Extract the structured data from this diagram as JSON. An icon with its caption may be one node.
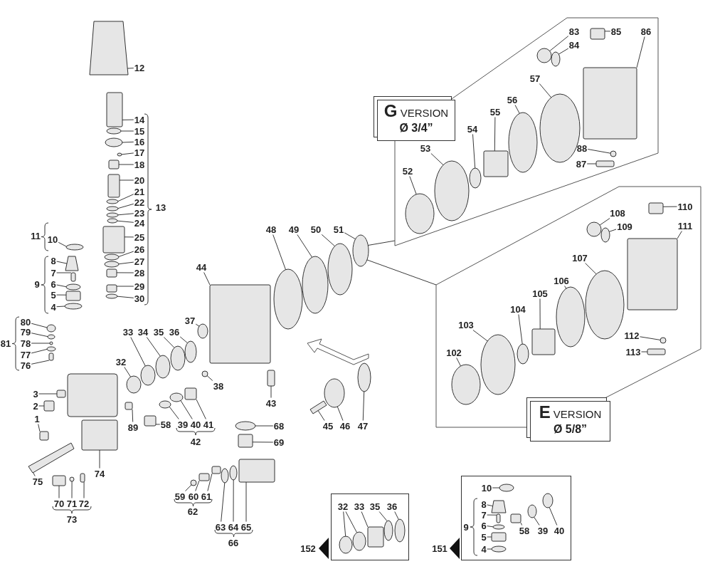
{
  "diagram": {
    "nodes": [
      {
        "text": [
          "12"
        ]
      },
      {
        "text": [
          "14"
        ]
      },
      {
        "text": [
          "15"
        ]
      },
      {
        "text": [
          "16"
        ]
      },
      {
        "text": [
          "17"
        ]
      },
      {
        "text": [
          "18"
        ]
      },
      {
        "text": [
          "20"
        ]
      },
      {
        "text": [
          "21"
        ]
      },
      {
        "text": [
          "22"
        ]
      },
      {
        "text": [
          "23"
        ]
      },
      {
        "text": [
          "24"
        ]
      },
      {
        "text": [
          "25"
        ]
      },
      {
        "text": [
          "26"
        ]
      },
      {
        "text": [
          "27"
        ]
      },
      {
        "text": [
          "28"
        ]
      },
      {
        "text": [
          "29"
        ]
      },
      {
        "text": [
          "30"
        ]
      },
      {
        "text": [
          "10"
        ]
      },
      {
        "text": [
          "8"
        ]
      },
      {
        "text": [
          "7"
        ]
      },
      {
        "text": [
          "6"
        ]
      },
      {
        "text": [
          "5"
        ]
      },
      {
        "text": [
          "4"
        ]
      },
      {
        "text": [
          "80"
        ]
      },
      {
        "text": [
          "79"
        ]
      },
      {
        "text": [
          "78"
        ]
      },
      {
        "text": [
          "77"
        ]
      },
      {
        "text": [
          "76"
        ]
      },
      {
        "text": [
          "3"
        ]
      },
      {
        "text": [
          "2"
        ]
      },
      {
        "text": [
          "1"
        ]
      },
      {
        "text": [
          "75"
        ]
      },
      {
        "text": [
          "70"
        ]
      },
      {
        "text": [
          "71"
        ]
      },
      {
        "text": [
          "72"
        ]
      },
      {
        "text": [
          "74"
        ]
      },
      {
        "text": [
          "89"
        ]
      },
      {
        "text": [
          "58"
        ]
      },
      {
        "text": [
          "39"
        ]
      },
      {
        "text": [
          "40"
        ]
      },
      {
        "text": [
          "41"
        ]
      },
      {
        "text": [
          "32"
        ]
      },
      {
        "text": [
          "33"
        ]
      },
      {
        "text": [
          "34"
        ]
      },
      {
        "text": [
          "35"
        ]
      },
      {
        "text": [
          "36"
        ]
      },
      {
        "text": [
          "37"
        ]
      },
      {
        "text": [
          "38"
        ]
      },
      {
        "text": [
          "44"
        ]
      },
      {
        "text": [
          "43"
        ]
      },
      {
        "text": [
          "48"
        ]
      },
      {
        "text": [
          "49"
        ]
      },
      {
        "text": [
          "50"
        ]
      },
      {
        "text": [
          "51"
        ]
      },
      {
        "text": [
          "45"
        ]
      },
      {
        "text": [
          "46"
        ]
      },
      {
        "text": [
          "47"
        ]
      },
      {
        "text": [
          "68"
        ]
      },
      {
        "text": [
          "69"
        ]
      },
      {
        "text": [
          "59"
        ]
      },
      {
        "text": [
          "60"
        ]
      },
      {
        "text": [
          "61"
        ]
      },
      {
        "text": [
          "63"
        ]
      },
      {
        "text": [
          "64"
        ]
      },
      {
        "text": [
          "65"
        ]
      },
      {
        "text": [
          "G VERSION",
          "Ø 3/4”"
        ]
      },
      {
        "text": [],
        "shape": "box"
      },
      {
        "text": [
          "52"
        ],
        "in": 66
      },
      {
        "text": [
          "53"
        ],
        "in": 66
      },
      {
        "text": [
          "54"
        ],
        "in": 66
      },
      {
        "text": [
          "55"
        ],
        "in": 66
      },
      {
        "text": [
          "56"
        ],
        "in": 66
      },
      {
        "text": [
          "57"
        ],
        "in": 66
      },
      {
        "text": [
          "83"
        ],
        "in": 66
      },
      {
        "text": [
          "84"
        ],
        "in": 66
      },
      {
        "text": [
          "85"
        ],
        "in": 66
      },
      {
        "text": [
          "86"
        ],
        "in": 66
      },
      {
        "text": [
          "88"
        ],
        "in": 66
      },
      {
        "text": [
          "87"
        ],
        "in": 66
      },
      {
        "text": [],
        "shape": "box"
      },
      {
        "text": [
          "102"
        ],
        "in": 79
      },
      {
        "text": [
          "103"
        ],
        "in": 79
      },
      {
        "text": [
          "104"
        ],
        "in": 79
      },
      {
        "text": [
          "105"
        ],
        "in": 79
      },
      {
        "text": [
          "106"
        ],
        "in": 79
      },
      {
        "text": [
          "107"
        ],
        "in": 79
      },
      {
        "text": [
          "108"
        ],
        "in": 79
      },
      {
        "text": [
          "109"
        ],
        "in": 79
      },
      {
        "text": [
          "110"
        ],
        "in": 79
      },
      {
        "text": [
          "111"
        ],
        "in": 79
      },
      {
        "text": [
          "112"
        ],
        "in": 79
      },
      {
        "text": [
          "113"
        ],
        "in": 79
      },
      {
        "text": [
          "E VERSION",
          "Ø 5/8”"
        ]
      },
      {
        "text": [],
        "shape": "box",
        "beside": [
          "152"
        ]
      },
      {
        "text": [
          "32"
        ],
        "in": 93
      },
      {
        "text": [
          "33"
        ],
        "in": 93
      },
      {
        "text": [
          "35"
        ],
        "in": 93
      },
      {
        "text": [
          "36"
        ],
        "in": 93
      },
      {
        "text": [],
        "shape": "box",
        "beside": [
          "151"
        ]
      },
      {
        "text": [
          "10"
        ],
        "in": 98
      },
      {
        "text": [
          "8"
        ],
        "in": 98
      },
      {
        "text": [
          "7"
        ],
        "in": 98
      },
      {
        "text": [
          "6"
        ],
        "in": 98
      },
      {
        "text": [
          "5"
        ],
        "in": 98
      },
      {
        "text": [
          "4"
        ],
        "in": 98
      },
      {
        "text": [
          "58"
        ],
        "in": 98
      },
      {
        "text": [
          "39"
        ],
        "in": 98
      },
      {
        "text": [
          "40"
        ],
        "in": 98
      },
      {
        "text": [],
        "shape": "box"
      },
      {
        "text": [],
        "shape": "box"
      },
      {
        "text": [],
        "shape": "circle"
      },
      {
        "text": [],
        "shape": "circle"
      },
      {
        "text": [],
        "shape": "circle"
      },
      {
        "text": [],
        "shape": "box"
      },
      {
        "text": [],
        "shape": "box"
      },
      {
        "text": [],
        "shape": "circle"
      },
      {
        "text": [],
        "shape": "circle"
      },
      {
        "text": [],
        "shape": "circle"
      },
      {
        "text": [],
        "shape": "circle"
      },
      {
        "text": [],
        "shape": "box"
      },
      {
        "text": [],
        "shape": "circle"
      },
      {
        "text": [],
        "shape": "circle"
      },
      {
        "text": [],
        "shape": "box"
      },
      {
        "text": [],
        "shape": "box"
      },
      {
        "text": [],
        "shape": "circle"
      },
      {
        "text": [],
        "shape": "circle"
      },
      {
        "text": [],
        "shape": "box"
      },
      {
        "text": [],
        "shape": "box"
      },
      {
        "text": [],
        "shape": "circle"
      },
      {
        "text": [],
        "shape": "box"
      },
      {
        "text": [],
        "shape": "circle"
      },
      {
        "text": [],
        "shape": "circle"
      },
      {
        "text": [],
        "shape": "circle"
      },
      {
        "text": [],
        "shape": "circle"
      },
      {
        "text": [],
        "shape": "circle"
      },
      {
        "text": [],
        "shape": "box"
      },
      {
        "text": [],
        "shape": "box"
      },
      {
        "text": [],
        "shape": "box"
      },
      {
        "text": [],
        "shape": "box"
      },
      {
        "text": [],
        "shape": "box"
      },
      {
        "text": [],
        "shape": "box"
      },
      {
        "text": [],
        "shape": "circle"
      },
      {
        "text": [],
        "shape": "box"
      },
      {
        "text": [],
        "shape": "box"
      },
      {
        "text": [],
        "shape": "box"
      },
      {
        "text": [],
        "shape": "box"
      },
      {
        "text": [],
        "shape": "circle"
      },
      {
        "text": [],
        "shape": "circle"
      },
      {
        "text": [],
        "shape": "box"
      },
      {
        "text": [],
        "shape": "circle"
      },
      {
        "text": [],
        "shape": "circle"
      },
      {
        "text": [],
        "shape": "circle"
      },
      {
        "text": [],
        "shape": "circle"
      },
      {
        "text": [],
        "shape": "circle"
      },
      {
        "text": [],
        "shape": "circle"
      },
      {
        "text": [],
        "shape": "circle"
      },
      {
        "text": [],
        "shape": "box"
      },
      {
        "text": [],
        "shape": "box"
      },
      {
        "text": [],
        "shape": "circle"
      },
      {
        "text": [],
        "shape": "circle"
      },
      {
        "text": [],
        "shape": "circle"
      },
      {
        "text": [],
        "shape": "circle"
      },
      {
        "text": [],
        "shape": "box"
      },
      {
        "text": [],
        "shape": "circle"
      },
      {
        "text": [],
        "shape": "circle"
      },
      {
        "text": [],
        "shape": "circle"
      },
      {
        "text": [],
        "shape": "box"
      },
      {
        "text": [],
        "shape": "circle"
      },
      {
        "text": [],
        "shape": "box"
      },
      {
        "text": [],
        "shape": "box"
      },
      {
        "text": [],
        "shape": "circle"
      },
      {
        "text": [],
        "shape": "circle"
      },
      {
        "text": [],
        "shape": "box"
      },
      {
        "text": [],
        "shape": "circle",
        "in": 66
      },
      {
        "text": [],
        "shape": "circle",
        "in": 66
      },
      {
        "text": [],
        "shape": "circle",
        "in": 66
      },
      {
        "text": [],
        "shape": "box",
        "in": 66
      },
      {
        "text": [],
        "shape": "circle",
        "in": 66
      },
      {
        "text": [],
        "shape": "circle",
        "in": 66
      },
      {
        "text": [],
        "shape": "circle",
        "in": 66
      },
      {
        "text": [],
        "shape": "circle",
        "in": 66
      },
      {
        "text": [],
        "shape": "box",
        "in": 66
      },
      {
        "text": [],
        "shape": "box",
        "in": 66
      },
      {
        "text": [],
        "shape": "circle",
        "in": 66
      },
      {
        "text": [],
        "shape": "box",
        "in": 66
      },
      {
        "text": [],
        "shape": "circle",
        "in": 79
      },
      {
        "text": [],
        "shape": "circle",
        "in": 79
      },
      {
        "text": [],
        "shape": "circle",
        "in": 79
      },
      {
        "text": [],
        "shape": "box",
        "in": 79
      },
      {
        "text": [],
        "shape": "circle",
        "in": 79
      },
      {
        "text": [],
        "shape": "circle",
        "in": 79
      },
      {
        "text": [],
        "shape": "circle",
        "in": 79
      },
      {
        "text": [],
        "shape": "circle",
        "in": 79
      },
      {
        "text": [],
        "shape": "box",
        "in": 79
      },
      {
        "text": [],
        "shape": "box",
        "in": 79
      },
      {
        "text": [],
        "shape": "circle",
        "in": 79
      },
      {
        "text": [],
        "shape": "box",
        "in": 79
      },
      {
        "text": [],
        "shape": "circle",
        "in": 93
      },
      {
        "text": [],
        "shape": "circle",
        "in": 93
      },
      {
        "text": [],
        "shape": "box",
        "in": 93
      },
      {
        "text": [],
        "shape": "circle",
        "in": 93
      },
      {
        "text": [],
        "shape": "circle",
        "in": 93
      },
      {
        "text": [],
        "shape": "circle",
        "in": 98
      },
      {
        "text": [],
        "shape": "box",
        "in": 98
      },
      {
        "text": [],
        "shape": "box",
        "in": 98
      },
      {
        "text": [],
        "shape": "circle",
        "in": 98
      },
      {
        "text": [],
        "shape": "box",
        "in": 98
      },
      {
        "text": [],
        "shape": "circle",
        "in": 98
      },
      {
        "text": [],
        "shape": "box",
        "in": 98
      },
      {
        "text": [],
        "shape": "circle",
        "in": 98
      },
      {
        "text": [],
        "shape": "circle",
        "in": 98
      }
    ],
    "edges": [
      {
        "from": 0,
        "to": 108,
        "arrow": "none"
      },
      {
        "from": 1,
        "to": 109,
        "arrow": "none"
      },
      {
        "from": 2,
        "to": 110,
        "arrow": "none"
      },
      {
        "from": 3,
        "to": 111,
        "arrow": "none"
      },
      {
        "from": 4,
        "to": 112,
        "arrow": "none"
      },
      {
        "from": 5,
        "to": 113,
        "arrow": "none"
      },
      {
        "from": 6,
        "to": 114,
        "arrow": "none"
      },
      {
        "from": 7,
        "to": 115,
        "arrow": "none"
      },
      {
        "from": 8,
        "to": 116,
        "arrow": "none"
      },
      {
        "from": 9,
        "to": 117,
        "arrow": "none"
      },
      {
        "from": 10,
        "to": 118,
        "arrow": "none"
      },
      {
        "from": 11,
        "to": 119,
        "arrow": "none"
      },
      {
        "from": 12,
        "to": 120,
        "arrow": "none"
      },
      {
        "from": 13,
        "to": 121,
        "arrow": "none"
      },
      {
        "from": 14,
        "to": 122,
        "arrow": "none"
      },
      {
        "from": 15,
        "to": 123,
        "arrow": "none"
      },
      {
        "from": 16,
        "to": 124,
        "arrow": "none"
      },
      {
        "from": 17,
        "to": 125,
        "arrow": "none"
      },
      {
        "from": 18,
        "to": 126,
        "arrow": "none"
      },
      {
        "from": 19,
        "to": 127,
        "arrow": "none"
      },
      {
        "from": 20,
        "to": 128,
        "arrow": "none"
      },
      {
        "from": 21,
        "to": 129,
        "arrow": "none"
      },
      {
        "from": 22,
        "to": 130,
        "arrow": "none"
      },
      {
        "from": 23,
        "to": 131,
        "arrow": "none"
      },
      {
        "from": 24,
        "to": 132,
        "arrow": "none"
      },
      {
        "from": 25,
        "to": 133,
        "arrow": "none"
      },
      {
        "from": 26,
        "to": 134,
        "arrow": "none"
      },
      {
        "from": 27,
        "to": 135,
        "arrow": "none"
      },
      {
        "from": 28,
        "to": 136,
        "arrow": "none"
      },
      {
        "from": 29,
        "to": 137,
        "arrow": "none"
      },
      {
        "from": 30,
        "to": 138,
        "arrow": "none"
      },
      {
        "from": 31,
        "to": 139,
        "arrow": "none"
      },
      {
        "from": 32,
        "to": 140,
        "arrow": "none"
      },
      {
        "from": 33,
        "to": 141,
        "arrow": "none"
      },
      {
        "from": 34,
        "to": 142,
        "arrow": "none"
      },
      {
        "from": 35,
        "to": 143,
        "arrow": "none"
      },
      {
        "from": 36,
        "to": 144,
        "arrow": "none"
      },
      {
        "from": 37,
        "to": 145,
        "arrow": "none"
      },
      {
        "from": 38,
        "to": 146,
        "arrow": "none"
      },
      {
        "from": 39,
        "to": 147,
        "arrow": "none"
      },
      {
        "from": 40,
        "to": 148,
        "arrow": "none"
      },
      {
        "from": 41,
        "to": 149,
        "arrow": "none"
      },
      {
        "from": 42,
        "to": 150,
        "arrow": "none"
      },
      {
        "from": 43,
        "to": 151,
        "arrow": "none"
      },
      {
        "from": 44,
        "to": 152,
        "arrow": "none"
      },
      {
        "from": 45,
        "to": 153,
        "arrow": "none"
      },
      {
        "from": 46,
        "to": 154,
        "arrow": "none"
      },
      {
        "from": 47,
        "to": 155,
        "arrow": "none"
      },
      {
        "from": 48,
        "to": 156,
        "arrow": "none"
      },
      {
        "from": 49,
        "to": 157,
        "arrow": "none"
      },
      {
        "from": 50,
        "to": 158,
        "arrow": "none"
      },
      {
        "from": 51,
        "to": 159,
        "arrow": "none"
      },
      {
        "from": 52,
        "to": 160,
        "arrow": "none"
      },
      {
        "from": 53,
        "to": 161,
        "arrow": "none"
      },
      {
        "from": 54,
        "to": 162,
        "arrow": "none"
      },
      {
        "from": 55,
        "to": 163,
        "arrow": "none"
      },
      {
        "from": 56,
        "to": 164,
        "arrow": "none"
      },
      {
        "from": 57,
        "to": 165,
        "arrow": "none"
      },
      {
        "from": 58,
        "to": 166,
        "arrow": "none"
      },
      {
        "from": 59,
        "to": 167,
        "arrow": "none"
      },
      {
        "from": 60,
        "to": 168,
        "arrow": "none"
      },
      {
        "from": 61,
        "to": 169,
        "arrow": "none"
      },
      {
        "from": 62,
        "to": 170,
        "arrow": "none"
      },
      {
        "from": 63,
        "to": 171,
        "arrow": "none"
      },
      {
        "from": 64,
        "to": 172,
        "arrow": "none"
      },
      {
        "from": 66,
        "to": 161,
        "arrow": "none"
      },
      {
        "from": 67,
        "to": 173,
        "arrow": "none"
      },
      {
        "from": 68,
        "to": 174,
        "arrow": "none"
      },
      {
        "from": 69,
        "to": 175,
        "arrow": "none"
      },
      {
        "from": 70,
        "to": 176,
        "arrow": "none"
      },
      {
        "from": 71,
        "to": 177,
        "arrow": "none"
      },
      {
        "from": 72,
        "to": 178,
        "arrow": "none"
      },
      {
        "from": 73,
        "to": 179,
        "arrow": "none"
      },
      {
        "from": 74,
        "to": 180,
        "arrow": "none"
      },
      {
        "from": 75,
        "to": 181,
        "arrow": "none"
      },
      {
        "from": 76,
        "to": 182,
        "arrow": "none"
      },
      {
        "from": 77,
        "to": 183,
        "arrow": "none"
      },
      {
        "from": 78,
        "to": 184,
        "arrow": "none"
      },
      {
        "from": 79,
        "to": 161,
        "arrow": "none"
      },
      {
        "from": 80,
        "to": 185,
        "arrow": "none"
      },
      {
        "from": 81,
        "to": 186,
        "arrow": "none"
      },
      {
        "from": 82,
        "to": 187,
        "arrow": "none"
      },
      {
        "from": 83,
        "to": 188,
        "arrow": "none"
      },
      {
        "from": 84,
        "to": 189,
        "arrow": "none"
      },
      {
        "from": 85,
        "to": 190,
        "arrow": "none"
      },
      {
        "from": 86,
        "to": 191,
        "arrow": "none"
      },
      {
        "from": 87,
        "to": 192,
        "arrow": "none"
      },
      {
        "from": 88,
        "to": 193,
        "arrow": "none"
      },
      {
        "from": 89,
        "to": 194,
        "arrow": "none"
      },
      {
        "from": 90,
        "to": 195,
        "arrow": "none"
      },
      {
        "from": 91,
        "to": 196,
        "arrow": "none"
      },
      {
        "from": 94,
        "to": 197,
        "arrow": "none"
      },
      {
        "from": 94,
        "to": 198,
        "arrow": "none"
      },
      {
        "from": 95,
        "to": 199,
        "arrow": "none"
      },
      {
        "from": 96,
        "to": 200,
        "arrow": "none"
      },
      {
        "from": 97,
        "to": 201,
        "arrow": "none"
      },
      {
        "from": 99,
        "to": 202,
        "arrow": "none"
      },
      {
        "from": 100,
        "to": 203,
        "arrow": "none"
      },
      {
        "from": 101,
        "to": 204,
        "arrow": "none"
      },
      {
        "from": 102,
        "to": 205,
        "arrow": "none"
      },
      {
        "from": 103,
        "to": 206,
        "arrow": "none"
      },
      {
        "from": 104,
        "to": 207,
        "arrow": "none"
      },
      {
        "from": 105,
        "to": 208,
        "arrow": "none"
      },
      {
        "from": 106,
        "to": 209,
        "arrow": "none"
      },
      {
        "from": 107,
        "to": 210,
        "arrow": "none"
      }
    ],
    "labels": [
      "13",
      "11",
      "9",
      "81",
      "42",
      "62",
      "73",
      "66",
      "9"
    ]
  }
}
